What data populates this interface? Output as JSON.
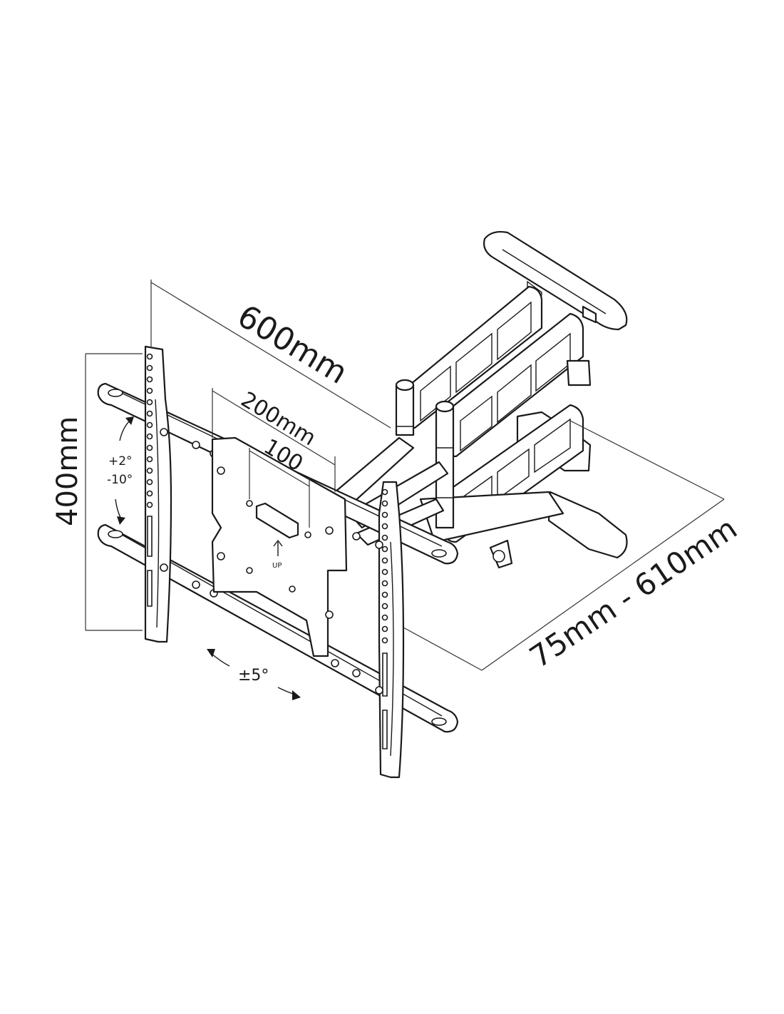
{
  "dimensions": {
    "depth_range": "75mm - 610mm",
    "max_width": "600mm",
    "vesa_mid": "200mm",
    "vesa_min": "100",
    "max_height": "400mm"
  },
  "tilt": {
    "up": "+2°",
    "down": "-10°"
  },
  "swivel": "±5°",
  "plate_marking": "UP",
  "colors": {
    "line": "#1a1a1a",
    "background": "#ffffff"
  }
}
